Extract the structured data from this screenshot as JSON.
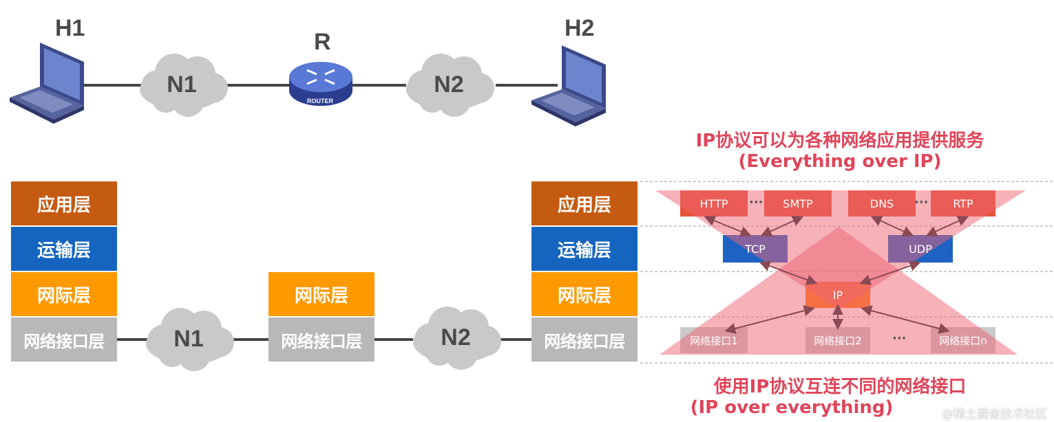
{
  "top": {
    "h1": "H1",
    "h2": "H2",
    "r": "R",
    "router_caption": "ROUTER",
    "cloud1": "N1",
    "cloud2": "N2"
  },
  "stacks": {
    "app": "应用层",
    "transport": "运输层",
    "internet": "网际层",
    "netif": "网络接口层",
    "cloud1": "N1",
    "cloud2": "N2"
  },
  "right": {
    "title_line1": "IP协议可以为各种网络应用提供服务",
    "title_line2": "(Everything over IP)",
    "bottom_line1": "使用IP协议互连不同的网络接口",
    "bottom_line2": "(IP over everything)",
    "app_protocols": [
      "HTTP",
      "SMTP",
      "DNS",
      "RTP"
    ],
    "transport_protocols": [
      "TCP",
      "UDP"
    ],
    "ip": "IP",
    "interfaces": [
      "网络接口1",
      "网络接口2",
      "网络接口n"
    ],
    "ellipsis": "···"
  },
  "watermark": "@稀土掘金技术社区",
  "colors": {
    "app": "#c55a11",
    "transport": "#1565c0",
    "internet": "#ff9900",
    "netif": "#b8b8b8",
    "accent_red": "#e0455a"
  }
}
